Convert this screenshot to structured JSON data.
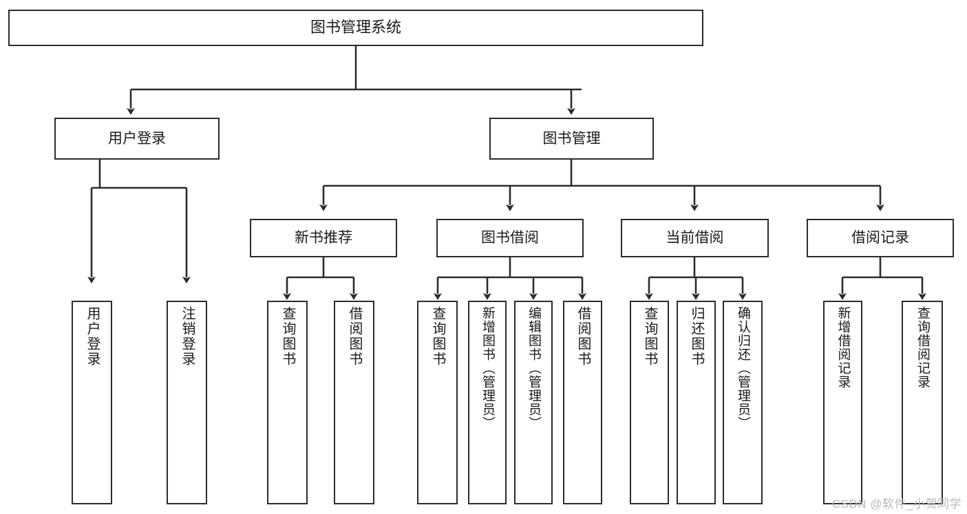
{
  "diagram": {
    "title": "图书管理系统",
    "type": "tree-hierarchy-chart",
    "watermark": "CSDN @软件_小贺同学",
    "colors": {
      "stroke": "#2b2b2b",
      "fill": "#ffffff",
      "text": "#1a1a1a",
      "watermark": "#b8b8b8"
    },
    "nodes": {
      "root": {
        "label": "图书管理系统"
      },
      "level2": [
        {
          "id": "user-login",
          "label": "用户登录"
        },
        {
          "id": "book-manage",
          "label": "图书管理"
        }
      ],
      "level3": [
        {
          "id": "new-book-recommend",
          "label": "新书推荐"
        },
        {
          "id": "book-borrow",
          "label": "图书借阅"
        },
        {
          "id": "current-borrow",
          "label": "当前借阅"
        },
        {
          "id": "borrow-record",
          "label": "借阅记录"
        }
      ],
      "leaves": {
        "user-login": [
          {
            "id": "leaf-user-login",
            "label": "用户登录"
          },
          {
            "id": "leaf-logout",
            "label": "注销登录"
          }
        ],
        "new-book-recommend": [
          {
            "id": "leaf-query-book-1",
            "label": "查询图书"
          },
          {
            "id": "leaf-borrow-book-1",
            "label": "借阅图书"
          }
        ],
        "book-borrow": [
          {
            "id": "leaf-query-book-2",
            "label": "查询图书"
          },
          {
            "id": "leaf-add-book",
            "label": "新增图书（管理员）"
          },
          {
            "id": "leaf-edit-book",
            "label": "编辑图书（管理员）"
          },
          {
            "id": "leaf-borrow-book-2",
            "label": "借阅图书"
          }
        ],
        "current-borrow": [
          {
            "id": "leaf-query-book-3",
            "label": "查询图书"
          },
          {
            "id": "leaf-return-book",
            "label": "归还图书"
          },
          {
            "id": "leaf-confirm-return",
            "label": "确认归还（管理员）"
          }
        ],
        "borrow-record": [
          {
            "id": "leaf-add-record",
            "label": "新增借阅记录"
          },
          {
            "id": "leaf-query-record",
            "label": "查询借阅记录"
          }
        ]
      }
    }
  }
}
